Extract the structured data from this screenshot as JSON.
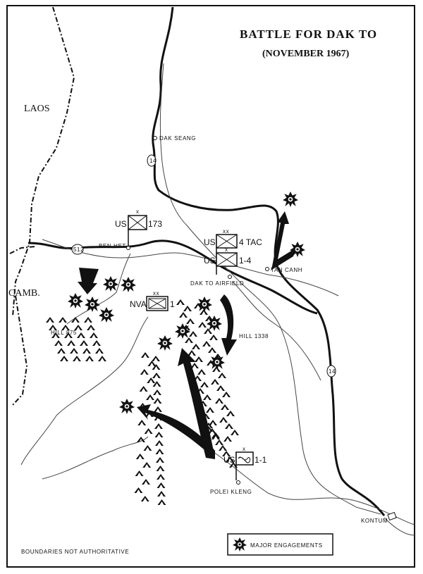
{
  "title": "BATTLE FOR DAK TO",
  "subtitle": "(NOVEMBER 1967)",
  "countries": {
    "laos": "LAOS",
    "cambodia": "CAMB."
  },
  "places": {
    "dak_seang": "DAK SEANG",
    "ben_het": "BEN HET",
    "tan_canh": "TAN CANH",
    "dak_to_airfield": "DAK TO AIRFIELD",
    "hill_875": "HILL 875",
    "hill_1338": "HILL 1338",
    "polei_kleng": "POLEI KLENG",
    "kontum": "KONTUM"
  },
  "routes": {
    "route_14_north": "14",
    "route_14_south": "14",
    "route_512": "512"
  },
  "units": {
    "us_173": {
      "side": "US",
      "echelon": "x",
      "designation": "173"
    },
    "us_4tac": {
      "side": "US",
      "echelon": "xx",
      "designation": "4 TAC"
    },
    "us_1_4": {
      "side": "US",
      "echelon": "x",
      "designation": "1-4"
    },
    "nva_1": {
      "side": "NVA",
      "echelon": "xx",
      "designation": "1"
    },
    "us_1_1": {
      "side": "US",
      "echelon": "x",
      "designation": "1-1"
    }
  },
  "legend": {
    "major_engagements": "MAJOR ENGAGEMENTS"
  },
  "footnote": "BOUNDARIES NOT AUTHORITATIVE"
}
